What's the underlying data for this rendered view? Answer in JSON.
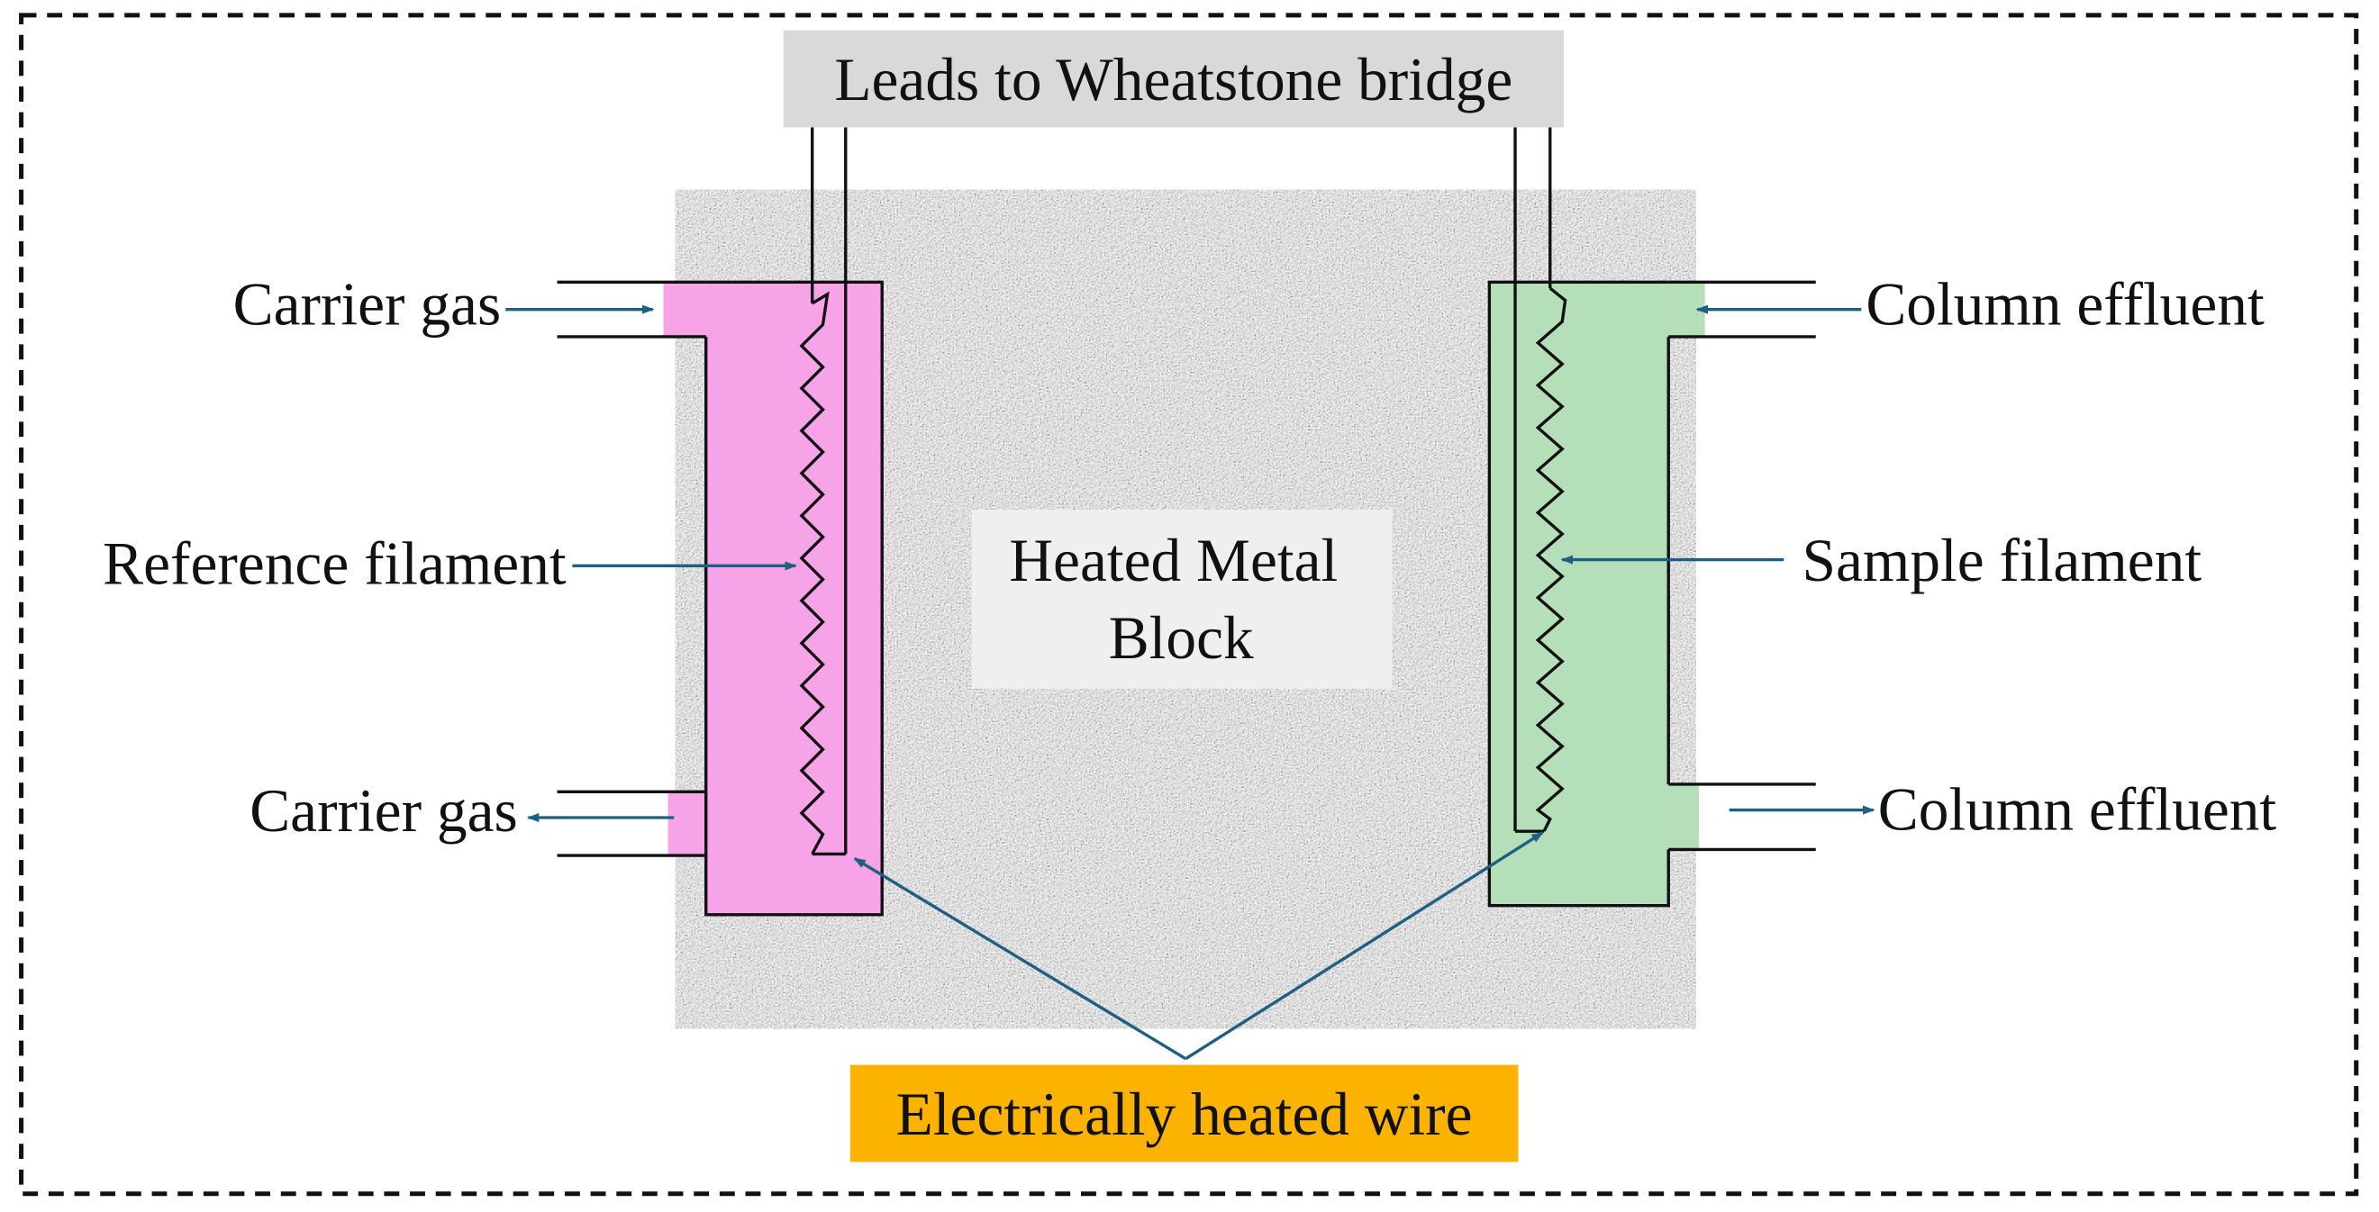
{
  "labels": {
    "leads": "Leads to Wheatstone bridge",
    "carrier_gas_in": "Carrier gas",
    "carrier_gas_out": "Carrier gas",
    "reference_filament": "Reference filament",
    "block_line1": "Heated Metal",
    "block_line2": "Block",
    "column_effluent_in": "Column effluent",
    "column_effluent_out": "Column effluent",
    "sample_filament": "Sample filament",
    "heated_wire": "Electrically heated wire"
  },
  "colors": {
    "reference_cell": "#f7a3e8",
    "sample_cell": "#b5dfb8",
    "arrow": "#1f5f82",
    "highlight_box": "#fbb300",
    "leads_box": "#d9d9d9",
    "block_label_box": "#efefef"
  }
}
